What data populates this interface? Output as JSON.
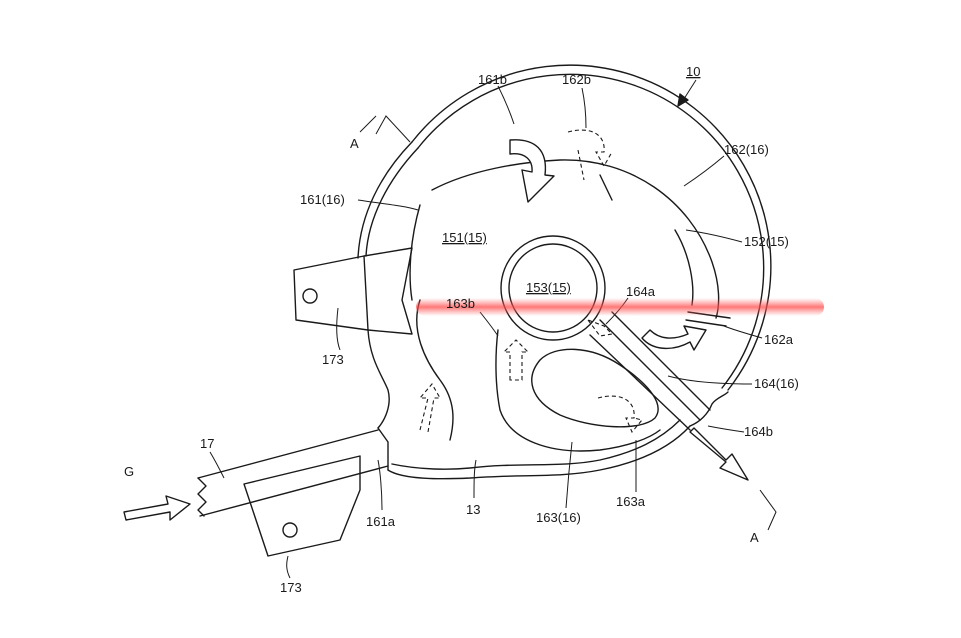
{
  "figure": {
    "ref": "10",
    "labels": {
      "a_top": "A",
      "a_bottom": "A",
      "l161b": "161b",
      "l162b": "162b",
      "l162_16": "162(16)",
      "l161_16": "161(16)",
      "l151_15": "151(15)",
      "l152_15": "152(15)",
      "l153_15": "153(15)",
      "l163b": "163b",
      "l164a": "164a",
      "l162a": "162a",
      "l164_16": "164(16)",
      "l164b": "164b",
      "l173_top": "173",
      "l173_bottom": "173",
      "l17": "17",
      "lG": "G",
      "l161a": "161a",
      "l13": "13",
      "l163_16": "163(16)",
      "l163a": "163a"
    }
  }
}
